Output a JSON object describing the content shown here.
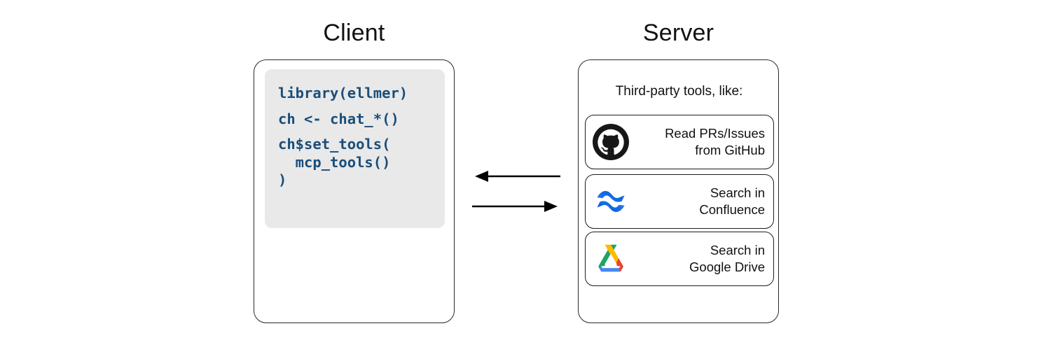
{
  "diagram": {
    "client": {
      "title": "Client",
      "code_lines": [
        "library(ellmer)",
        "ch <- chat_*()",
        "ch$set_tools(",
        "  mcp_tools()",
        ")"
      ],
      "code_text_color": "#1a4e7a",
      "code_background": "#e9e9e9"
    },
    "server": {
      "title": "Server",
      "caption": "Third-party tools, like:",
      "tools": [
        {
          "icon": "github-icon",
          "label_line1": "Read PRs/Issues",
          "label_line2": "from GitHub",
          "brand_color": "#181717"
        },
        {
          "icon": "confluence-icon",
          "label_line1": "Search in",
          "label_line2": "Confluence",
          "brand_color": "#1d7afc"
        },
        {
          "icon": "google-drive-icon",
          "label_line1": "Search in",
          "label_line2": "Google Drive",
          "brand_color": "#1fa463"
        }
      ]
    },
    "connector": {
      "arrow_top": "server-to-client",
      "arrow_bottom": "client-to-server",
      "stroke_color": "#000000"
    }
  }
}
